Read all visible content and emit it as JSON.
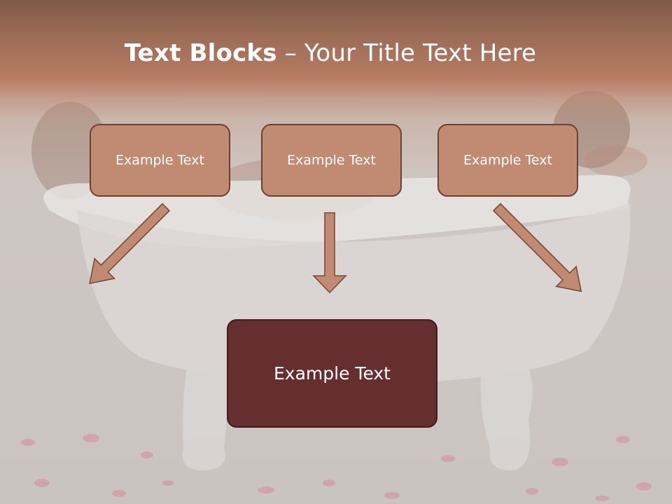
{
  "slide": {
    "title_bold": "Text Blocks",
    "title_sep": " – ",
    "title_rest": "Your Title Text Here",
    "top_boxes": [
      {
        "label": "Example Text"
      },
      {
        "label": "Example Text"
      },
      {
        "label": "Example Text"
      }
    ],
    "bottom_box": {
      "label": "Example Text"
    }
  },
  "colors": {
    "header": "#b77b62",
    "small_box_fill": "#c08b72",
    "small_box_border": "#6e4031",
    "big_box_fill": "#652f30",
    "arrow_fill": "#c08b72"
  }
}
